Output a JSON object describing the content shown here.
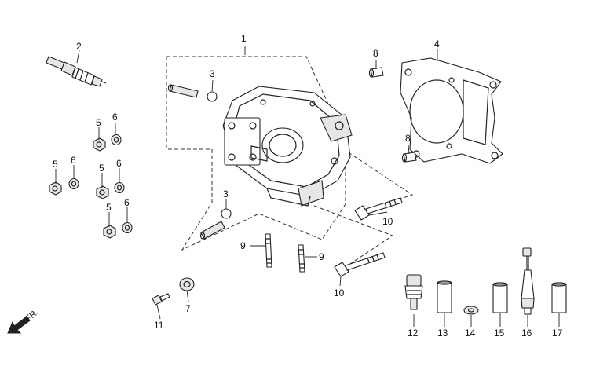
{
  "labels": {
    "l1": "1",
    "l2": "2",
    "l3a": "3",
    "l3b": "3",
    "l4": "4",
    "l5a": "5",
    "l5b": "5",
    "l5c": "5",
    "l5d": "5",
    "l6a": "6",
    "l6b": "6",
    "l6c": "6",
    "l6d": "6",
    "l7": "7",
    "l8a": "8",
    "l8b": "8",
    "l9a": "9",
    "l9b": "9",
    "l10a": "10",
    "l10b": "10",
    "l11": "11",
    "l12": "12",
    "l13": "13",
    "l14": "14",
    "l15": "15",
    "l16": "16",
    "l17": "17"
  },
  "direction_label": "FR.",
  "icons": {
    "direction": "front-direction-arrow-icon"
  },
  "colors": {
    "line": "#222222",
    "fill": "#e6e6e6",
    "background": "#ffffff"
  }
}
